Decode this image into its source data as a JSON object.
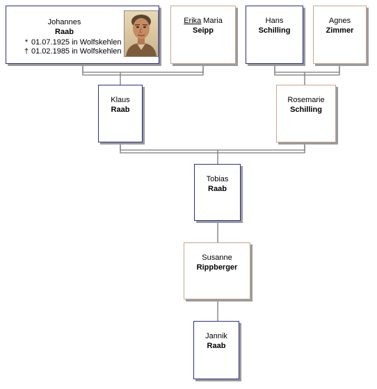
{
  "people": {
    "johannes": {
      "given": "Johannes",
      "surname": "Raab",
      "events": [
        {
          "symbol": "*",
          "text": "01.07.1925 in Wolfskehlen"
        },
        {
          "symbol": "†",
          "text": "01.02.1985 in Wolfskehlen"
        }
      ]
    },
    "erika": {
      "given_first": "Erika",
      "given_rest": " Maria",
      "surname": "Seipp"
    },
    "hans": {
      "given": "Hans",
      "surname": "Schilling"
    },
    "agnes": {
      "given": "Agnes",
      "surname": "Zimmer"
    },
    "klaus": {
      "given": "Klaus",
      "surname": "Raab"
    },
    "rosemarie": {
      "given": "Rosemarie",
      "surname": "Schilling"
    },
    "tobias": {
      "given": "Tobias",
      "surname": "Raab"
    },
    "susanne": {
      "given": "Susanne",
      "surname": "Rippberger"
    },
    "jannik": {
      "given": "Jannik",
      "surname": "Raab"
    }
  },
  "colors": {
    "male_border": "#2b2d8f",
    "female_border": "#c9a58a",
    "connector": "#777777",
    "shadow": "#9a9a9a"
  },
  "icons": {
    "portrait": "portrait-photo"
  }
}
